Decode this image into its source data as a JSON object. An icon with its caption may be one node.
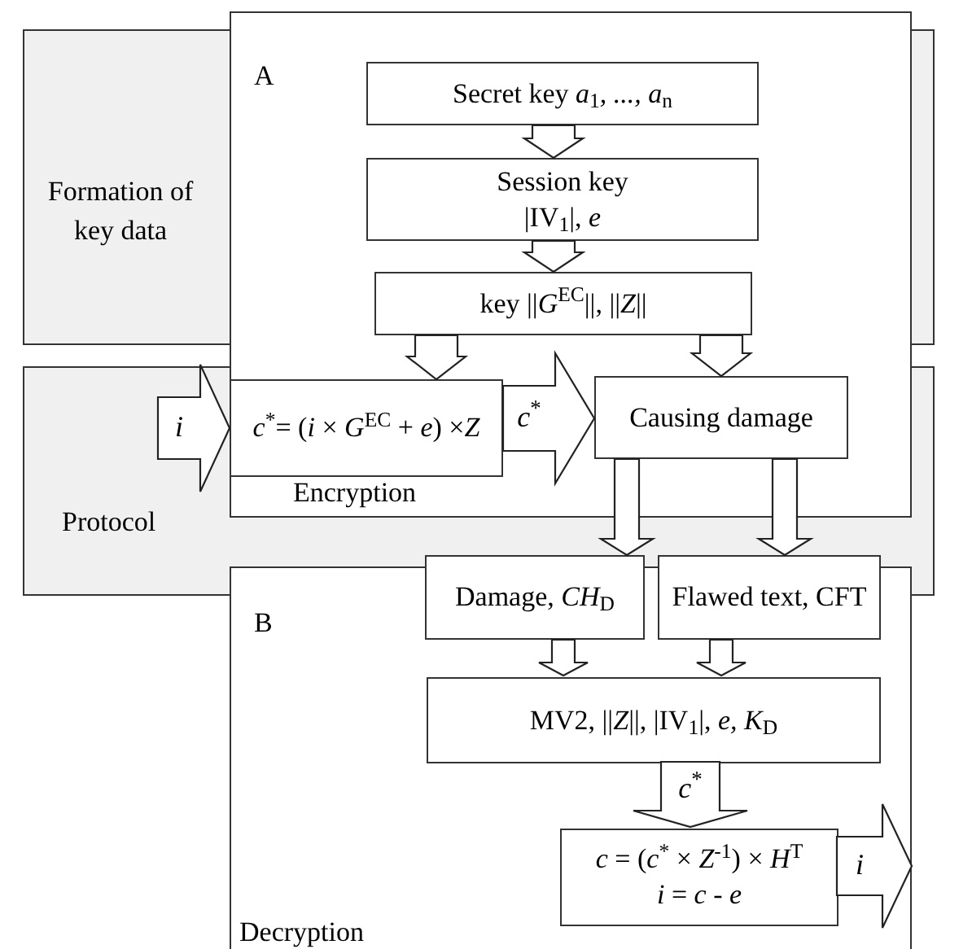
{
  "diagram": {
    "nodes": [
      {
        "text": [
          "Formation of key data"
        ]
      },
      {
        "text": [],
        "shape": "box"
      },
      {
        "text": [
          "Secret key *a*$_{1}$*, ..., a*$_{n}$"
        ]
      },
      {
        "text": [
          "Session key",
          "|IV$_{1}$|, *e*"
        ]
      },
      {
        "text": [
          "key ||*G*$^{EC}$||, ||*Z*||"
        ]
      },
      {
        "text": [
          "*c*$^{*}$= (*i* × *G*$^{EC}$ + *e*) ×*Z*"
        ]
      },
      {
        "text": [
          "Causing damage"
        ]
      },
      {
        "text": [
          "Protocol"
        ]
      },
      {
        "text": [
          "Damage, *CH*$_{D}$"
        ]
      },
      {
        "text": [
          "Flawed text, CFT"
        ]
      },
      {
        "text": [
          "B",
          "Decryption"
        ]
      },
      {
        "text": [
          "MV2, ||*Z*||, |IV$_{1}$|, *e, K*$_{D}$"
        ],
        "in": 10
      },
      {
        "text": [
          "*c* = (*c*$^{*}$ × *Z*$^{-1}$) × *H*$^{T}$",
          "*i* = *c* - *e*"
        ],
        "in": 10
      }
    ],
    "edges": [
      {
        "from": 2,
        "to": 3,
        "arrow": "to"
      },
      {
        "from": 3,
        "to": 4,
        "arrow": "to"
      },
      {
        "from": 4,
        "to": 5,
        "arrow": "to"
      },
      {
        "from": 4,
        "to": 6,
        "arrow": "to"
      },
      {
        "from": null,
        "to": 5,
        "arrow": "to",
        "label": "*i*"
      },
      {
        "from": 5,
        "to": 6,
        "arrow": "to",
        "label": "*c*$^{*}$"
      },
      {
        "from": 6,
        "to": 8,
        "arrow": "to"
      },
      {
        "from": 6,
        "to": 9,
        "arrow": "to"
      },
      {
        "from": 8,
        "to": 11,
        "arrow": "to"
      },
      {
        "from": 9,
        "to": 11,
        "arrow": "to"
      },
      {
        "from": 11,
        "to": 12,
        "arrow": "to",
        "label": "*c*$^{*}$"
      },
      {
        "from": 12,
        "to": null,
        "arrow": "to",
        "label": "*i*"
      }
    ],
    "labels": [
      "A",
      "Encryption"
    ]
  }
}
